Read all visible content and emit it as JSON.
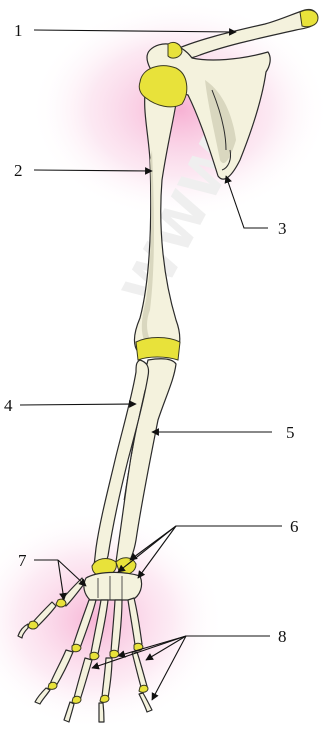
{
  "labels": {
    "l1": "1",
    "l2": "2",
    "l3": "3",
    "l4": "4",
    "l5": "5",
    "l6": "6",
    "l7": "7",
    "l8": "8"
  },
  "watermark": "WWW",
  "colors": {
    "bone": "#f4f2dd",
    "cartilage": "#e8e23a",
    "glow": "#f3b3d6"
  }
}
